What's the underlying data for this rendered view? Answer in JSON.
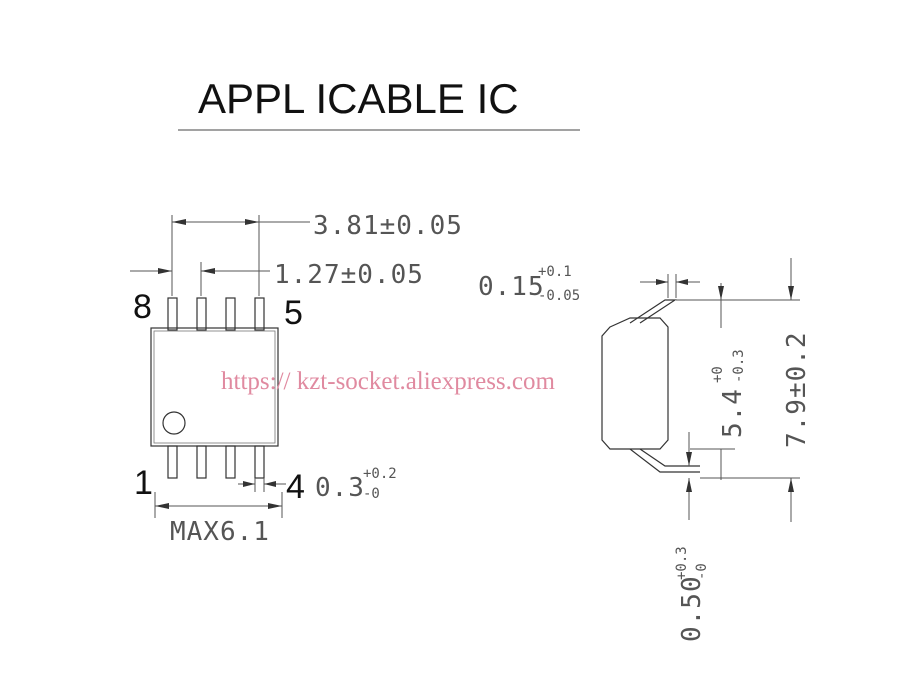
{
  "title": "APPL ICABLE IC",
  "pins": {
    "top_left": "8",
    "top_right": "5",
    "bottom_left": "1",
    "bottom_right": "4"
  },
  "dims": {
    "span_381": "3.81±0.05",
    "pitch_127": "1.27±0.05",
    "lead_width_base": "0.3",
    "lead_width_plus": "+0.2",
    "lead_width_minus": "-0",
    "max_width": "MAX6.1",
    "lead_thk_base": "0.15",
    "lead_thk_plus": "+0.1",
    "lead_thk_minus": "-0.05",
    "body_h_base": "5.4",
    "body_h_plus": "+0",
    "body_h_minus": "-0.3",
    "total_h": "7.9±0.2",
    "standoff_base": "0.50",
    "standoff_plus": "+0.3",
    "standoff_minus": "-0"
  },
  "watermark": "https:// kzt-socket.aliexpress.com"
}
